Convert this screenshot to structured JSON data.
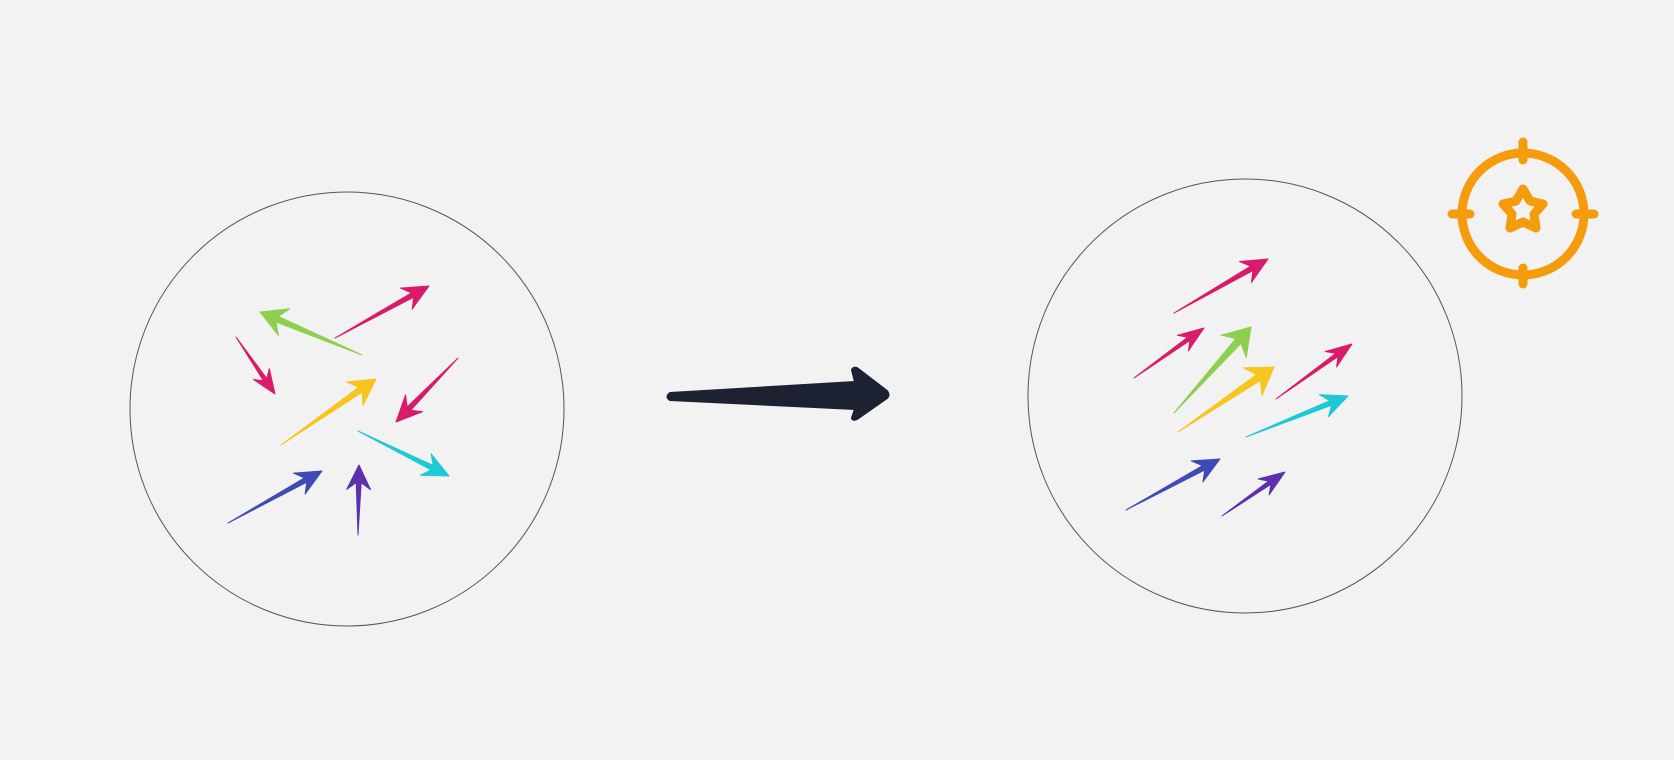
{
  "diagram": {
    "background": "#f2f2f2",
    "palette": {
      "magenta": "#d81b6b",
      "green": "#8fcf4f",
      "yellow": "#f7c51e",
      "cyan": "#1ec8d4",
      "indigo": "#3f4bb5",
      "purple": "#5d30ae",
      "transition_arrow": "#1d2233",
      "target_icon": "#f59c0c",
      "circle_outline": "#555555"
    },
    "before_group": {
      "arrow_colors": [
        "green",
        "magenta",
        "magenta",
        "yellow",
        "magenta",
        "cyan",
        "indigo",
        "purple"
      ],
      "description": "misaligned"
    },
    "after_group": {
      "arrow_colors": [
        "magenta",
        "magenta",
        "green",
        "yellow",
        "magenta",
        "cyan",
        "indigo",
        "purple"
      ],
      "description": "aligned"
    },
    "icons": {
      "transition": "right-arrow-icon",
      "goal": "target-star-icon"
    }
  }
}
